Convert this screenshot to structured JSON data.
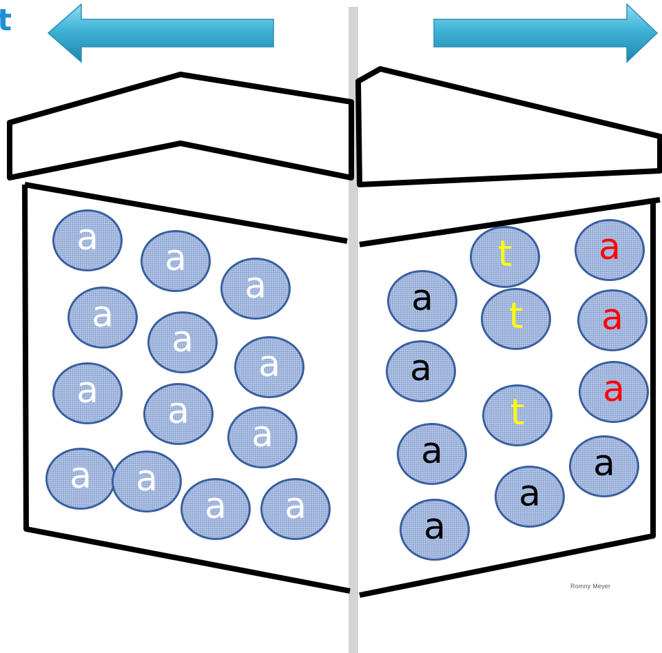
{
  "left_box": {
    "letters": [
      {
        "text": "a",
        "color": "#ffffff"
      },
      {
        "text": "a",
        "color": "#ffffff"
      },
      {
        "text": "a",
        "color": "#ffffff"
      },
      {
        "text": "a",
        "color": "#ffffff"
      },
      {
        "text": "a",
        "color": "#ffffff"
      },
      {
        "text": "a",
        "color": "#ffffff"
      },
      {
        "text": "a",
        "color": "#ffffff"
      },
      {
        "text": "a",
        "color": "#ffffff"
      },
      {
        "text": "a",
        "color": "#ffffff"
      },
      {
        "text": "a",
        "color": "#ffffff"
      },
      {
        "text": "a",
        "color": "#ffffff"
      },
      {
        "text": "a",
        "color": "#ffffff"
      },
      {
        "text": "a",
        "color": "#ffffff"
      }
    ]
  },
  "right_box": {
    "letters": [
      {
        "text": "t",
        "color": "#ffff00"
      },
      {
        "text": "a",
        "color": "#ff0000"
      },
      {
        "text": "a",
        "color": "#000000"
      },
      {
        "text": "t",
        "color": "#ffff00"
      },
      {
        "text": "a",
        "color": "#ff0000"
      },
      {
        "text": "a",
        "color": "#000000"
      },
      {
        "text": "a",
        "color": "#ff0000"
      },
      {
        "text": "t",
        "color": "#ffff00"
      },
      {
        "text": "a",
        "color": "#000000"
      },
      {
        "text": "a",
        "color": "#000000"
      },
      {
        "text": "a",
        "color": "#000000"
      },
      {
        "text": "a",
        "color": "#000000"
      }
    ]
  },
  "top_left_text": "t",
  "credit": "Romny Meyer",
  "colors": {
    "ball_fill": "#8fa8d6",
    "ball_border": "#3a5f9e",
    "arrow_fill": "#3fb3d6",
    "divider": "#d4d4d4",
    "box_stroke": "#000000"
  },
  "icons": [
    "arrow-left-icon",
    "arrow-right-icon"
  ]
}
